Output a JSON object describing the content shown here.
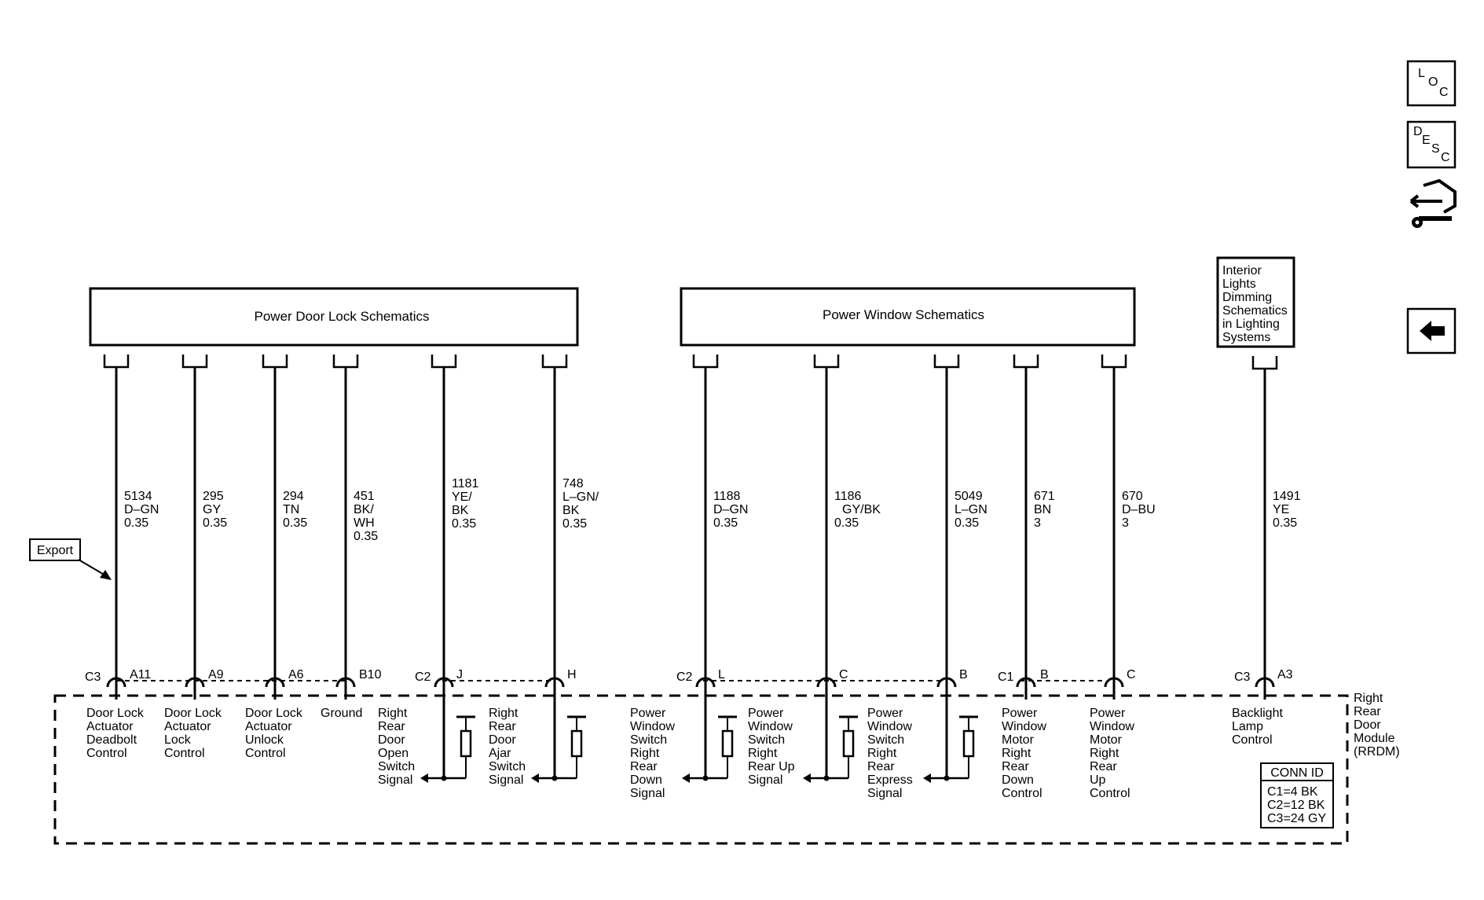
{
  "nav": {
    "loc": {
      "l1": "L",
      "l2": "O",
      "l3": "C"
    },
    "desc": {
      "l1": "D",
      "l2": "E",
      "l3": "S",
      "l4": "C"
    }
  },
  "headers": {
    "door_lock": "Power Door Lock Schematics",
    "power_window": "Power Window Schematics",
    "interior_lights": [
      "Interior",
      "Lights",
      "Dimming",
      "Schematics",
      "in Lighting",
      "Systems"
    ]
  },
  "export_label": "Export",
  "module": {
    "name": [
      "Right",
      "Rear",
      "Door",
      "Module",
      "(RRDM)"
    ],
    "conn_id": {
      "title": "CONN ID",
      "lines": [
        "C1=4 BK",
        "C2=12 BK",
        "C3=24 GY"
      ]
    }
  },
  "wires": [
    {
      "circuit": [
        "5134",
        "D–GN",
        "0.35"
      ],
      "conn": "C3",
      "pin": "A11",
      "func": [
        "Door Lock",
        "Actuator",
        "Deadbolt",
        "Control"
      ]
    },
    {
      "circuit": [
        "295",
        "GY",
        "0.35"
      ],
      "conn": "",
      "pin": "A9",
      "func": [
        "Door Lock",
        "Actuator",
        "Lock",
        "Control"
      ]
    },
    {
      "circuit": [
        "294",
        "TN",
        "0.35"
      ],
      "conn": "",
      "pin": "A6",
      "func": [
        "Door Lock",
        "Actuator",
        "Unlock",
        "Control"
      ]
    },
    {
      "circuit": [
        "451",
        "BK/",
        "WH",
        "0.35"
      ],
      "conn": "",
      "pin": "B10",
      "func": [
        "Ground"
      ]
    },
    {
      "circuit": [
        "1181",
        "YE/",
        "BK",
        "0.35"
      ],
      "conn": "C2",
      "pin": "J",
      "func": [
        "Right",
        "Rear",
        "Door",
        "Open",
        "Switch",
        "Signal"
      ]
    },
    {
      "circuit": [
        "748",
        "L–GN/",
        "BK",
        "0.35"
      ],
      "conn": "",
      "pin": "H",
      "func": [
        "Right",
        "Rear",
        "Door",
        "Ajar",
        "Switch",
        "Signal"
      ]
    },
    {
      "circuit": [
        "1188",
        "D–GN",
        "0.35"
      ],
      "conn": "C2",
      "pin": "L",
      "func": [
        "Power",
        "Window",
        "Switch",
        "Right",
        "Rear",
        "Down",
        "Signal"
      ]
    },
    {
      "circuit": [
        "1186",
        "GY/BK",
        "0.35"
      ],
      "conn": "",
      "pin": "C",
      "func": [
        "Power",
        "Window",
        "Switch",
        "Right",
        "Rear Up",
        "Signal"
      ]
    },
    {
      "circuit": [
        "5049",
        "L–GN",
        "0.35"
      ],
      "conn": "",
      "pin": "B",
      "func": [
        "Power",
        "Window",
        "Switch",
        "Right",
        "Rear",
        "Express",
        "Signal"
      ]
    },
    {
      "circuit": [
        "671",
        "BN",
        "3"
      ],
      "conn": "C1",
      "pin": "B",
      "func": [
        "Power",
        "Window",
        "Motor",
        "Right",
        "Rear",
        "Down",
        "Control"
      ]
    },
    {
      "circuit": [
        "670",
        "D–BU",
        "3"
      ],
      "conn": "",
      "pin": "C",
      "func": [
        "Power",
        "Window",
        "Motor",
        "Right",
        "Rear",
        "Up",
        "Control"
      ]
    },
    {
      "circuit": [
        "1491",
        "YE",
        "0.35"
      ],
      "conn": "C3",
      "pin": "A3",
      "func": [
        "Backlight",
        "Lamp",
        "Control"
      ]
    }
  ]
}
